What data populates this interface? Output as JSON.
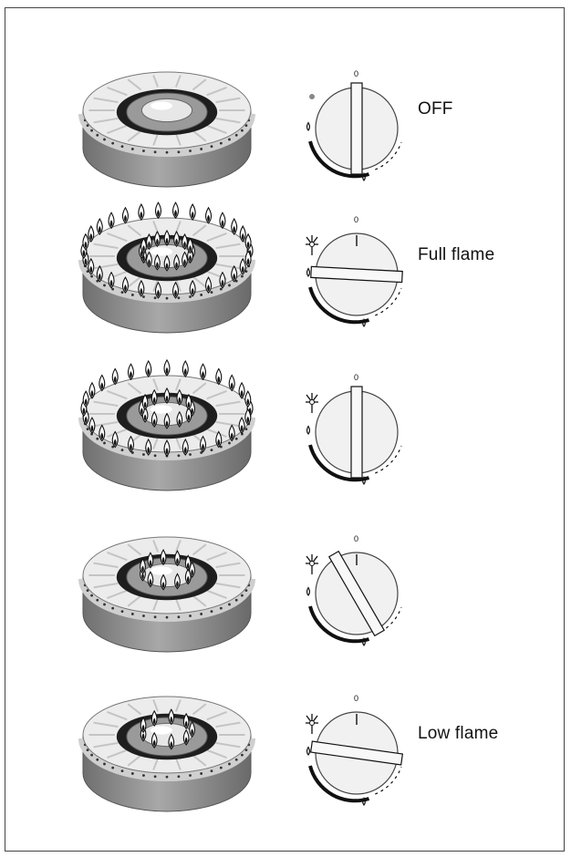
{
  "dial_scale_mark": "0",
  "states": [
    {
      "label": "OFF",
      "knob_angle_deg": 0,
      "flames": {
        "outer": 0,
        "inner": 0
      }
    },
    {
      "label": "Full flame",
      "knob_angle_deg": 93,
      "flames": {
        "outer": 30,
        "inner": 16
      }
    },
    {
      "label": "",
      "knob_angle_deg": 180,
      "flames": {
        "outer": 28,
        "inner": 12
      }
    },
    {
      "label": "",
      "knob_angle_deg": 150,
      "flames": {
        "outer": 0,
        "inner": 11
      }
    },
    {
      "label": "Low flame",
      "knob_angle_deg": 98,
      "flames": {
        "outer": 0,
        "inner": 9
      }
    }
  ],
  "icons": {
    "ignition": "ignition-spark-icon",
    "flame": "flame-icon"
  },
  "colors": {
    "metal_light": "#ececec",
    "metal_mid": "#bdbdbd",
    "metal_dark": "#7a7a7a",
    "ink": "#111111"
  }
}
